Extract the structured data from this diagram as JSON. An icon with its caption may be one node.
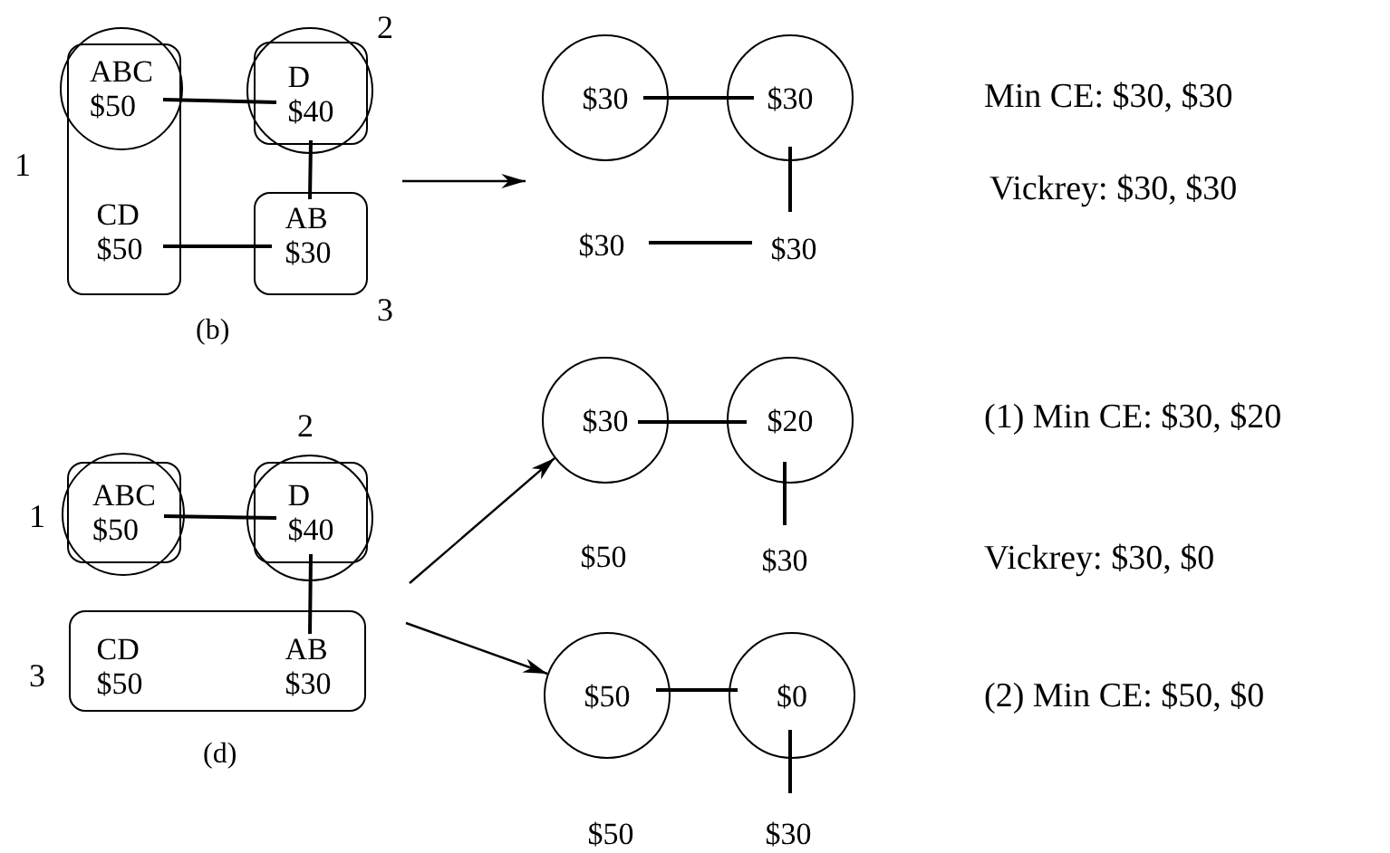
{
  "diagram": {
    "nodes": [
      {
        "text": [],
        "shape": "box",
        "beside": [
          "1"
        ]
      },
      {
        "text": [
          "ABC",
          "$50"
        ]
      },
      {
        "text": [],
        "shape": "circle"
      },
      {
        "text": [
          "D",
          "$40"
        ],
        "in": 2,
        "beside": [
          "2"
        ]
      },
      {
        "text": [
          "CD",
          "$50"
        ],
        "in": 0
      },
      {
        "text": [],
        "shape": "box",
        "beside": [
          "3"
        ]
      },
      {
        "text": [
          "AB",
          "$30"
        ],
        "in": 5
      },
      {
        "text": [
          "$30"
        ]
      },
      {
        "text": [
          "$30"
        ]
      },
      {
        "text": [
          "$30"
        ]
      },
      {
        "text": [
          "$30"
        ]
      },
      {
        "text": [],
        "shape": "circle"
      },
      {
        "text": [
          "ABC",
          "$50"
        ],
        "in": 11,
        "beside": [
          "1"
        ]
      },
      {
        "text": [],
        "shape": "circle"
      },
      {
        "text": [
          "D",
          "$40"
        ],
        "in": 13,
        "beside": [
          "2"
        ]
      },
      {
        "text": [],
        "shape": "box",
        "beside": [
          "3"
        ]
      },
      {
        "text": [
          "CD",
          "$50"
        ],
        "in": 15
      },
      {
        "text": [
          "AB",
          "$30"
        ],
        "in": 15
      },
      {
        "text": [
          "$30"
        ]
      },
      {
        "text": [
          "$20"
        ]
      },
      {
        "text": [
          "$50"
        ]
      },
      {
        "text": [
          "$30"
        ]
      },
      {
        "text": [
          "$50"
        ]
      },
      {
        "text": [
          "$0"
        ]
      },
      {
        "text": [
          "$50"
        ]
      },
      {
        "text": [
          "$30"
        ]
      }
    ],
    "edges": [
      {
        "from": 1,
        "to": 3,
        "arrow": "none"
      },
      {
        "from": 3,
        "to": 6,
        "arrow": "none"
      },
      {
        "from": 4,
        "to": 6,
        "arrow": "none"
      },
      {
        "from": null,
        "to": 7,
        "arrow": "to"
      },
      {
        "from": 7,
        "to": 8,
        "arrow": "none"
      },
      {
        "from": 8,
        "to": 10,
        "arrow": "none"
      },
      {
        "from": 9,
        "to": 10,
        "arrow": "none"
      },
      {
        "from": 12,
        "to": 14,
        "arrow": "none"
      },
      {
        "from": 14,
        "to": 17,
        "arrow": "none"
      },
      {
        "from": null,
        "to": 18,
        "arrow": "to"
      },
      {
        "from": null,
        "to": 22,
        "arrow": "to"
      },
      {
        "from": 18,
        "to": 19,
        "arrow": "none"
      },
      {
        "from": 19,
        "to": 21,
        "arrow": "none"
      },
      {
        "from": 22,
        "to": 23,
        "arrow": "none"
      },
      {
        "from": 23,
        "to": 25,
        "arrow": "none"
      }
    ],
    "labels": [
      "Min CE: $30, $30",
      "Vickrey: $30, $30",
      "(b)",
      "(d)",
      "(1) Min CE: $30, $20",
      "Vickrey: $30, $0",
      "(2) Min CE: $50, $0"
    ]
  }
}
